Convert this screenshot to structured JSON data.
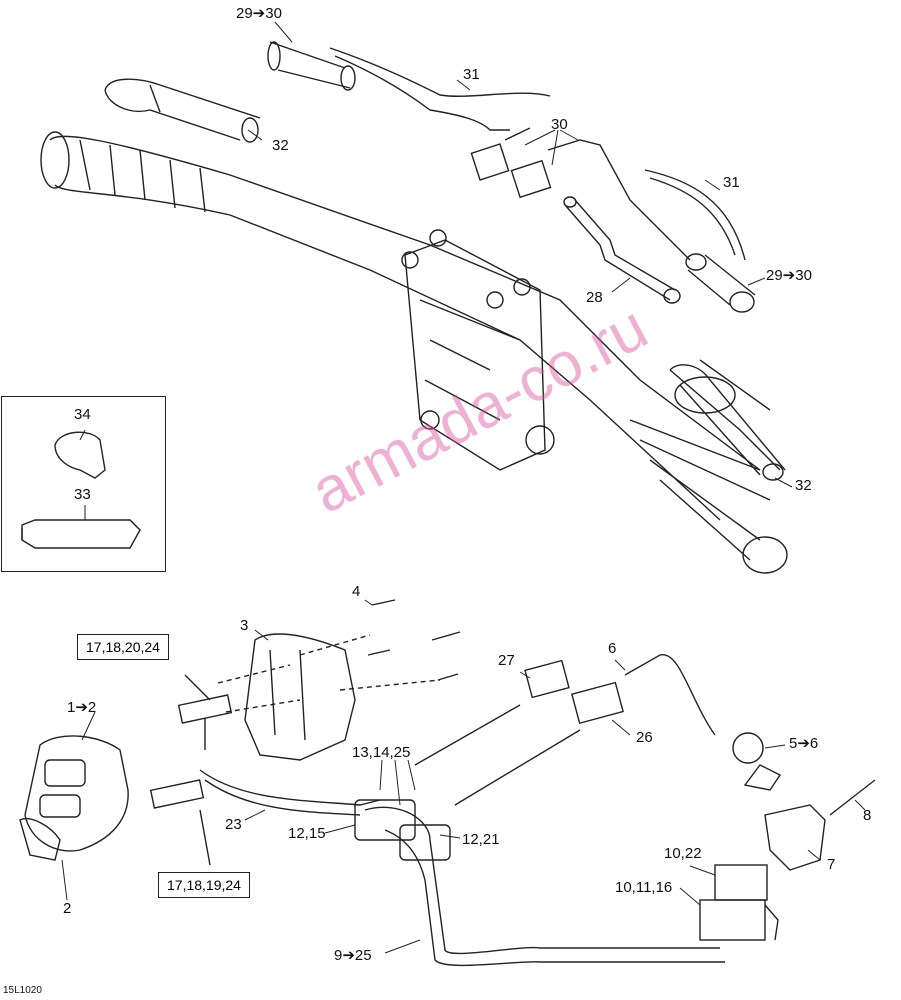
{
  "labels": {
    "l_29_30_top": "29➔30",
    "l_31_top": "31",
    "l_32_top": "32",
    "l_30": "30",
    "l_31_right": "31",
    "l_29_30_right": "29➔30",
    "l_28": "28",
    "l_32_right": "32",
    "l_34": "34",
    "l_33": "33",
    "l_4": "4",
    "l_3": "3",
    "l_27": "27",
    "l_6": "6",
    "l_26": "26",
    "l_1_2": "1➔2",
    "l_5_6": "5➔6",
    "l_13_14_25": "13,14,25",
    "l_8": "8",
    "l_23": "23",
    "l_12_15": "12,15",
    "l_12_21": "12,21",
    "l_7": "7",
    "l_10_22": "10,22",
    "l_10_11_16": "10,11,16",
    "l_2": "2",
    "l_9_25": "9➔25"
  },
  "boxes": {
    "box_top": "17,18,20,24",
    "box_bottom": "17,18,19,24"
  },
  "watermark": "armada-co.ru",
  "diagram_code": "15L1020",
  "colors": {
    "watermark": "#dc50a0",
    "line": "#222222"
  }
}
